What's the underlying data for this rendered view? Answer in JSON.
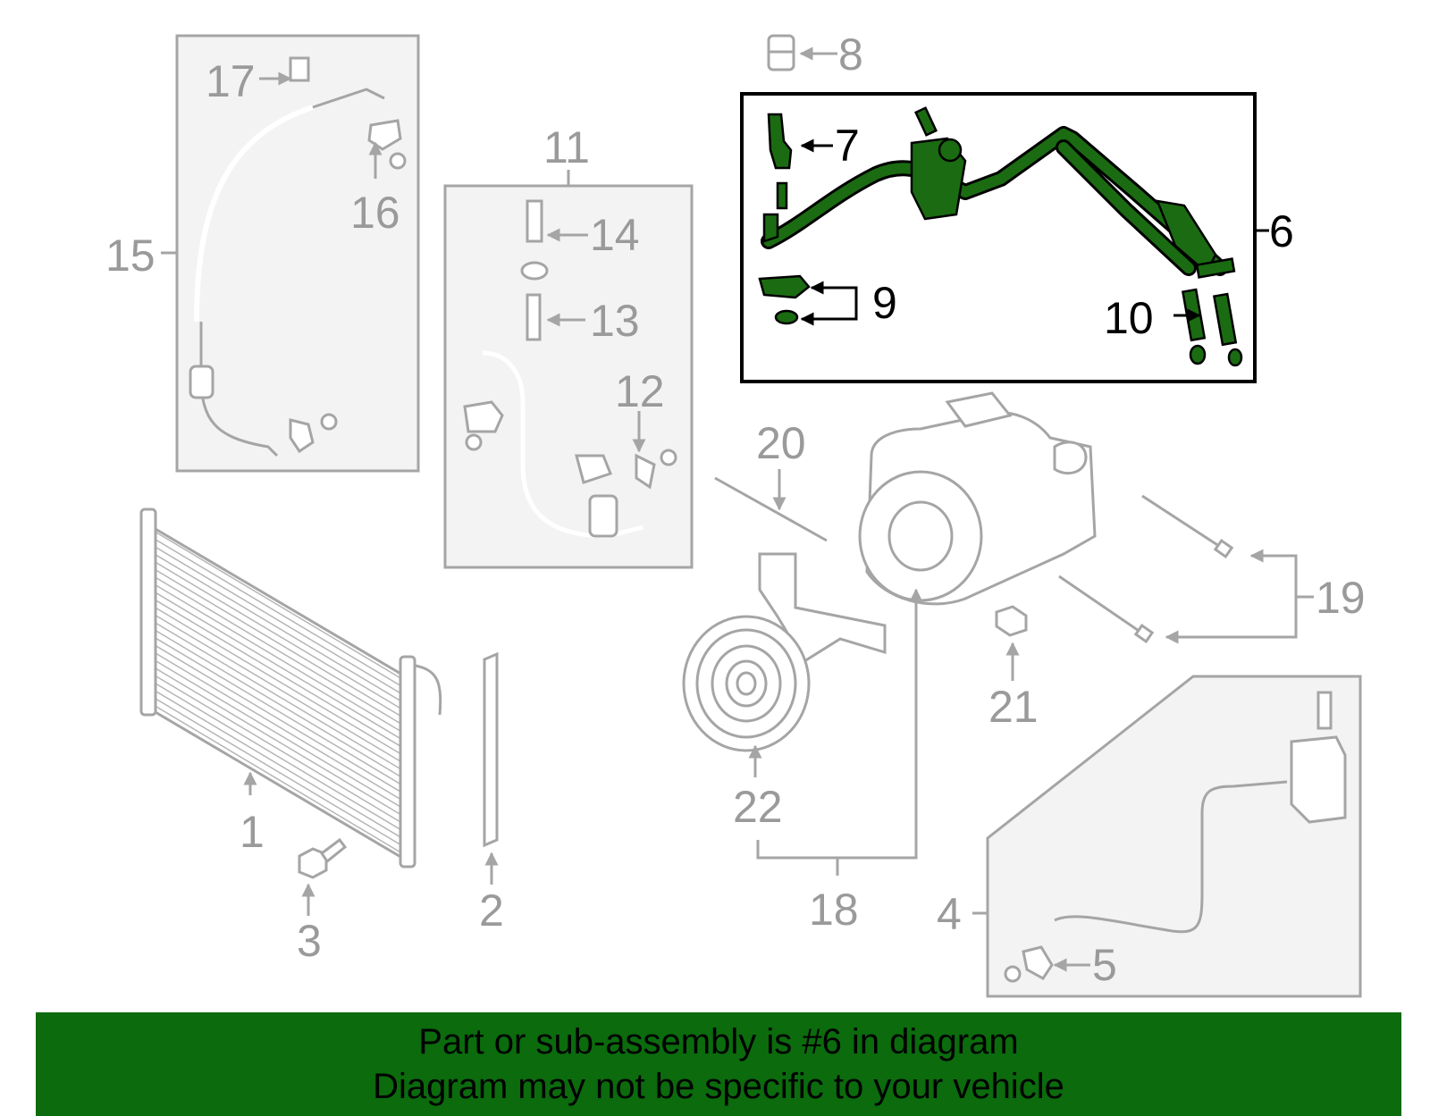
{
  "colors": {
    "highlight": "#1b6b12",
    "banner": "#0b6b0d",
    "part_line": "#a5a5a5",
    "label_grey": "#9a9a9a"
  },
  "callouts": {
    "c1": "1",
    "c2": "2",
    "c3": "3",
    "c4": "4",
    "c5": "5",
    "c6": "6",
    "c7": "7",
    "c8": "8",
    "c9": "9",
    "c10": "10",
    "c11": "11",
    "c12": "12",
    "c13": "13",
    "c14": "14",
    "c15": "15",
    "c16": "16",
    "c17": "17",
    "c18": "18",
    "c19": "19",
    "c20": "20",
    "c21": "21",
    "c22": "22"
  },
  "highlighted_part": "6",
  "banner": {
    "line1": "Part or sub-assembly is #6 in diagram",
    "line2": "Diagram may not be specific to your vehicle"
  }
}
